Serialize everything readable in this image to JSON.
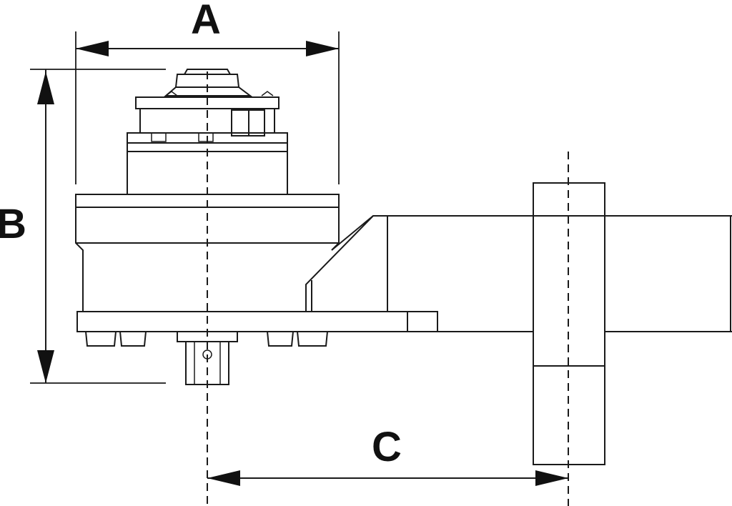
{
  "dimensions": {
    "a": {
      "label": "A"
    },
    "b": {
      "label": "B"
    },
    "c": {
      "label": "C"
    }
  },
  "colors": {
    "line": "#1a1a1a",
    "background": "#ffffff"
  }
}
